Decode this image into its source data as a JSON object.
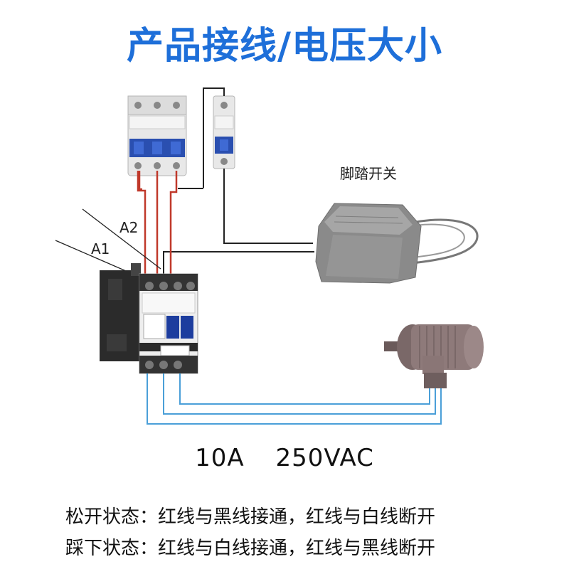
{
  "title": "产品接线/电压大小",
  "labels": {
    "foot_switch": "脚踏开关",
    "a1": "A1",
    "a2": "A2"
  },
  "rating": {
    "current": "10A",
    "voltage": "250VAC"
  },
  "states": [
    "松开状态：红线与黑线接通，红线与白线断开",
    "踩下状态：红线与白线接通，红线与黑线断开"
  ],
  "colors": {
    "title": "#1e6fd9",
    "red_wire": "#c0392b",
    "black_wire": "#222222",
    "blue_wire": "#4a9fd8"
  }
}
